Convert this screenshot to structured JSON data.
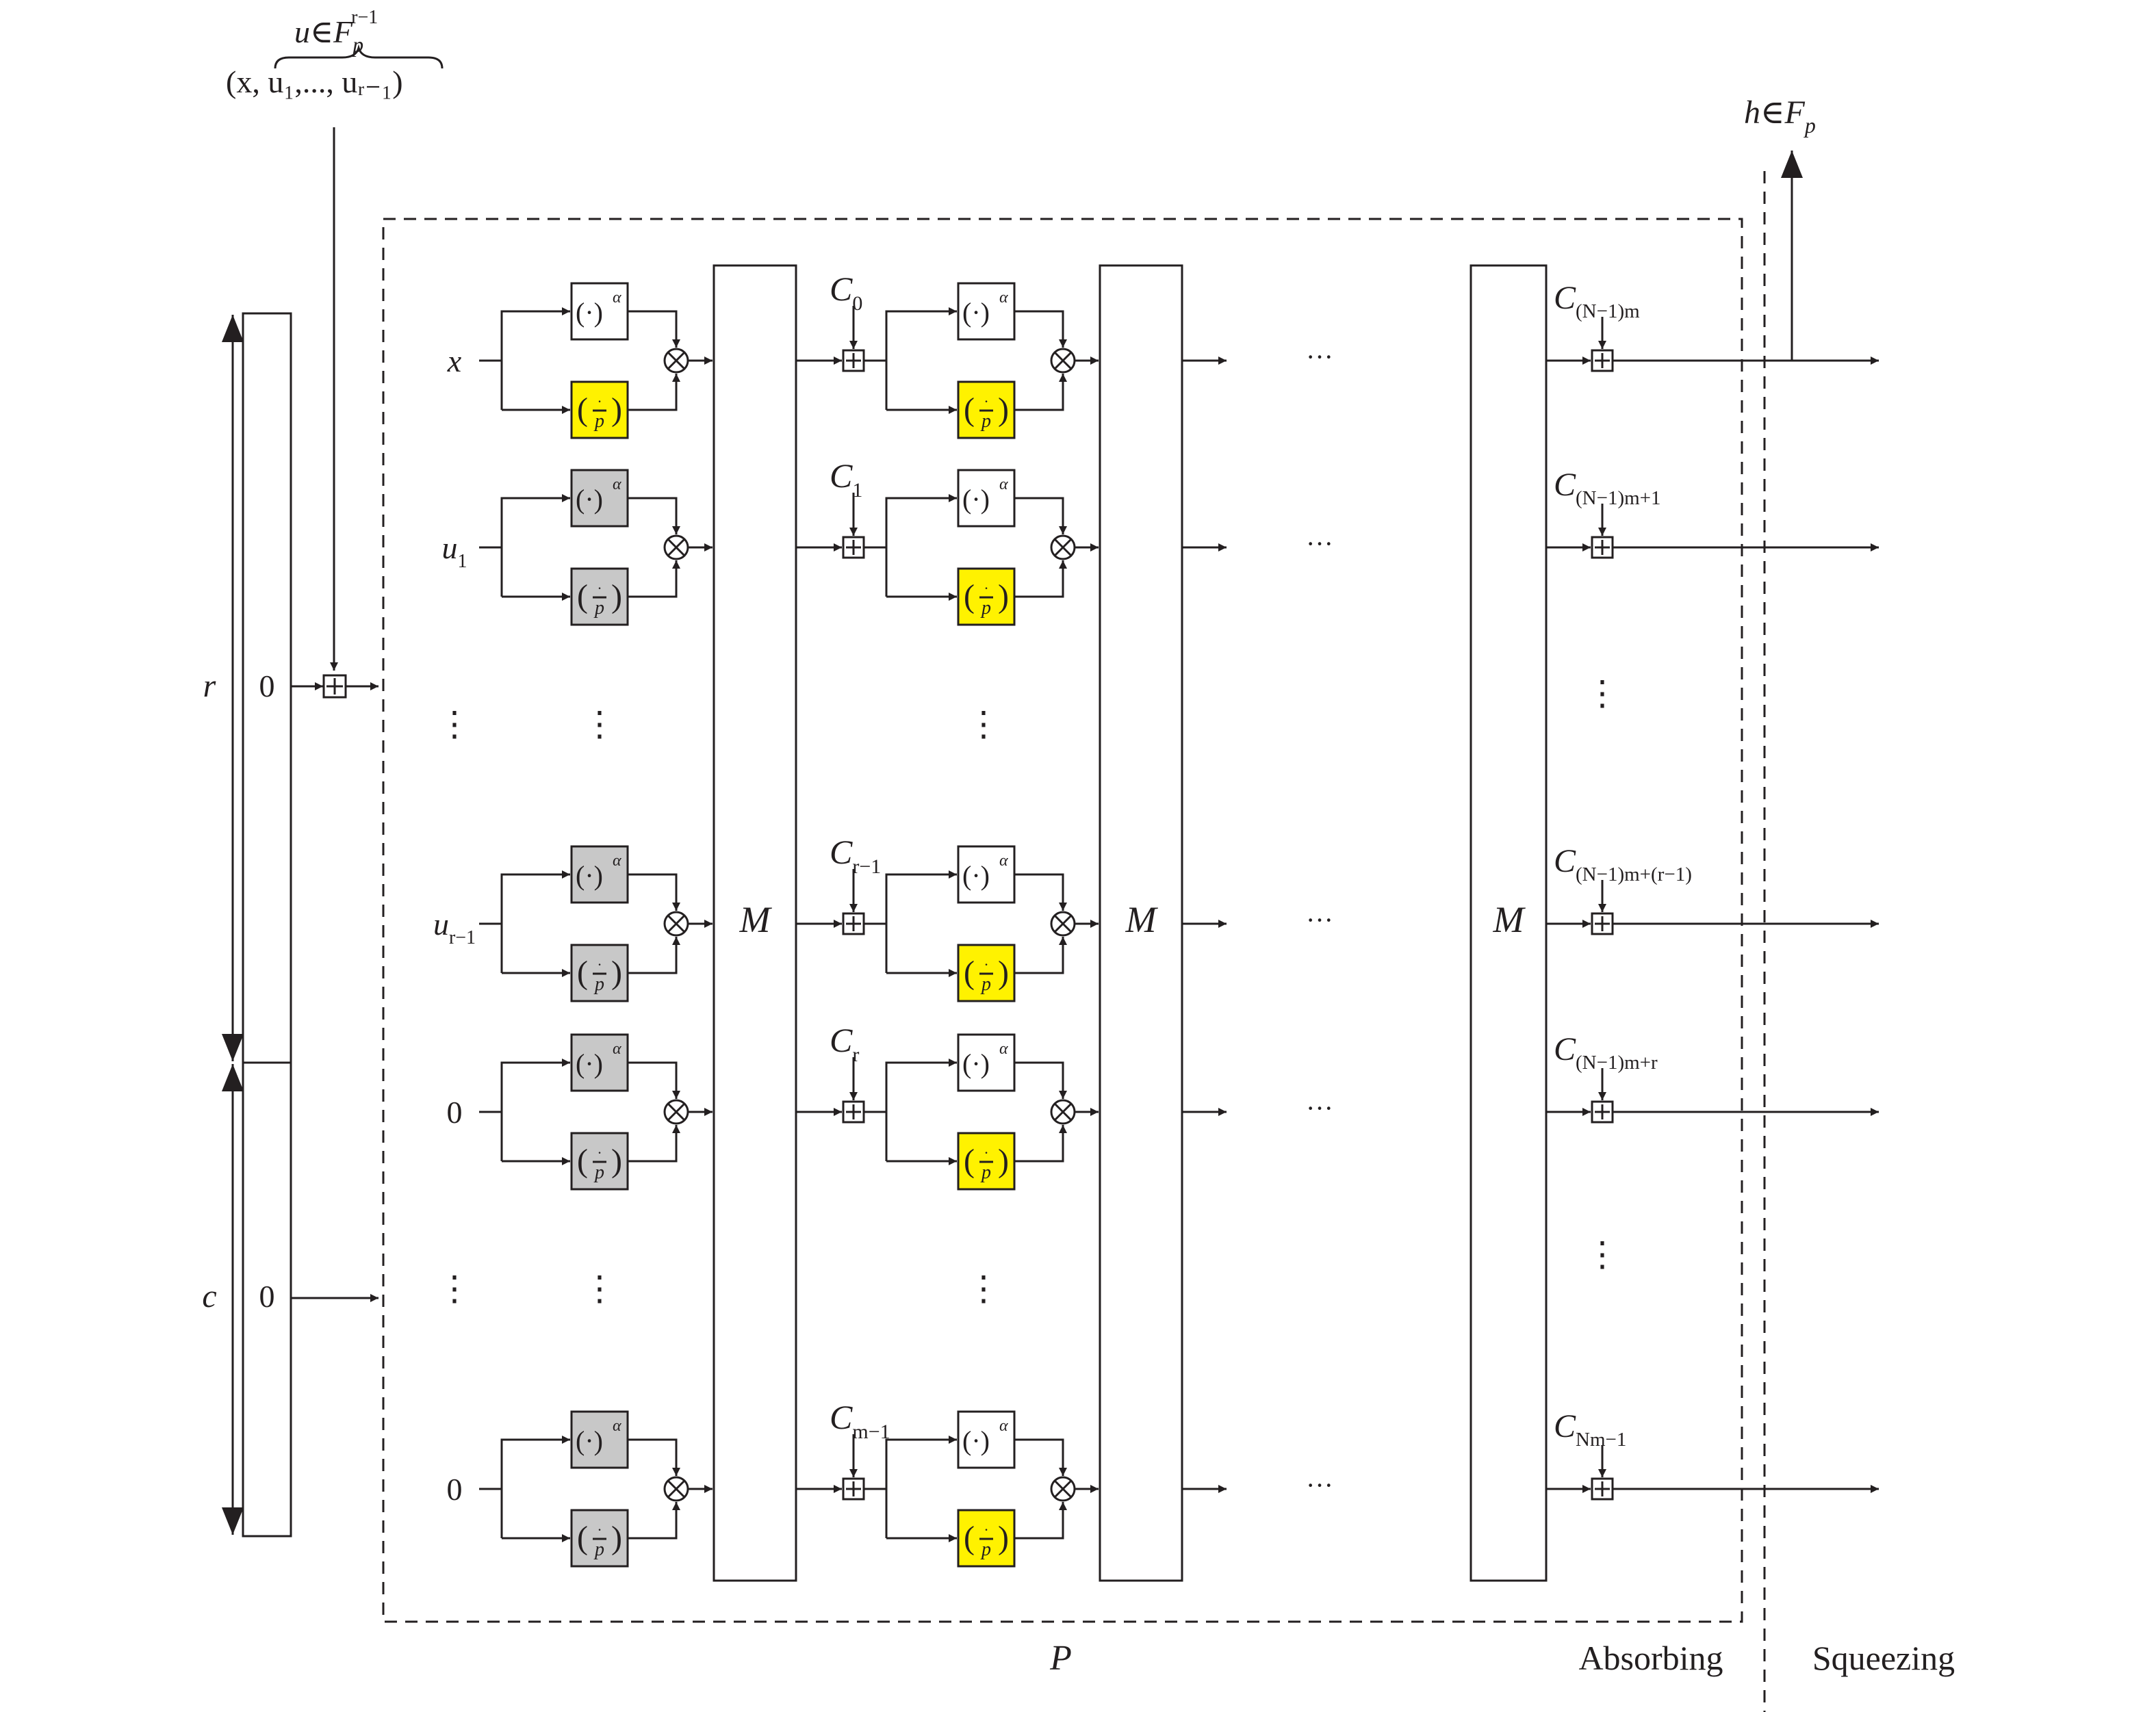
{
  "input": {
    "u_def_main": "u∈F",
    "u_def_sub": "p",
    "u_def_sup": "r−1",
    "tuple": "(x, u₁,..., uᵣ₋₁)"
  },
  "output": {
    "h_def_main": "h∈F",
    "h_def_sub": "p"
  },
  "state": {
    "rate_label": "r",
    "capacity_label": "c",
    "rate_value": "0",
    "capacity_value": "0"
  },
  "rows": [
    {
      "main": "x",
      "sub": ""
    },
    {
      "main": "u",
      "sub": "1"
    },
    {
      "main": "u",
      "sub": "r−1"
    },
    {
      "main": "0",
      "sub": ""
    },
    {
      "main": "0",
      "sub": ""
    }
  ],
  "constants_round1": [
    {
      "main": "C",
      "sub": "0"
    },
    {
      "main": "C",
      "sub": "1"
    },
    {
      "main": "C",
      "sub": "r−1"
    },
    {
      "main": "C",
      "sub": "r"
    },
    {
      "main": "C",
      "sub": "m−1"
    }
  ],
  "constants_final": [
    {
      "main": "C",
      "sub": "(N−1)m"
    },
    {
      "main": "C",
      "sub": "(N−1)m+1"
    },
    {
      "main": "C",
      "sub": "(N−1)m+(r−1)"
    },
    {
      "main": "C",
      "sub": "(N−1)m+r"
    },
    {
      "main": "C",
      "sub": "Nm−1"
    }
  ],
  "sbox": {
    "power_text": "(·)",
    "power_sup": "α",
    "legendre_top": "·",
    "legendre_bottom": "p"
  },
  "mds_label": "M",
  "permutation_label": "P",
  "phase_labels": {
    "absorbing": "Absorbing",
    "squeezing": "Squeezing"
  },
  "ellipsis_h": "···",
  "ellipsis_v": "⋮",
  "colors": {
    "line": "#231f20",
    "yellow_box": "#fff200",
    "gray_box": "#c8c8c8",
    "white_box": "#ffffff"
  }
}
